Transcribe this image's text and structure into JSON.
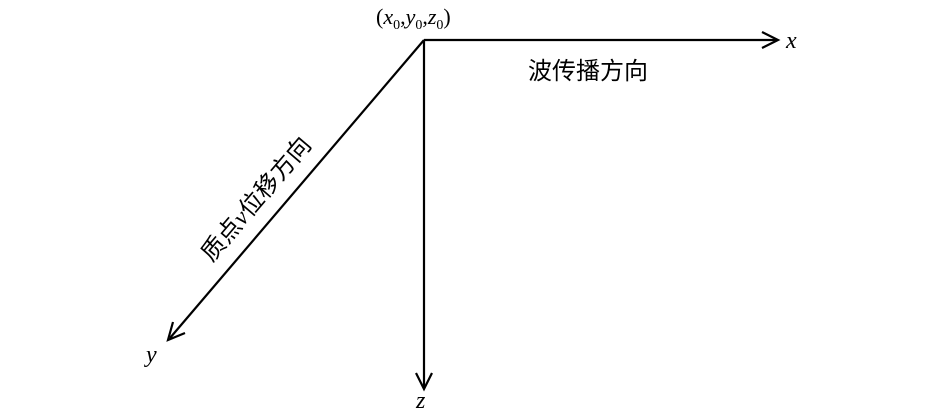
{
  "origin": {
    "open_paren": "(",
    "x_symbol": "x",
    "x_sub": "0",
    "comma1": ",",
    "y_symbol": "y",
    "y_sub": "0",
    "comma2": ",",
    "z_symbol": "z",
    "z_sub": "0",
    "close_paren": ")"
  },
  "axes": {
    "x": {
      "label": "x",
      "caption": "波传播方向"
    },
    "y": {
      "label": "y",
      "caption_pre": "质点",
      "caption_symbol": "v",
      "caption_post": "位移方向"
    },
    "z": {
      "label": "z"
    }
  },
  "colors": {
    "line": "#000000",
    "background": "#ffffff"
  }
}
